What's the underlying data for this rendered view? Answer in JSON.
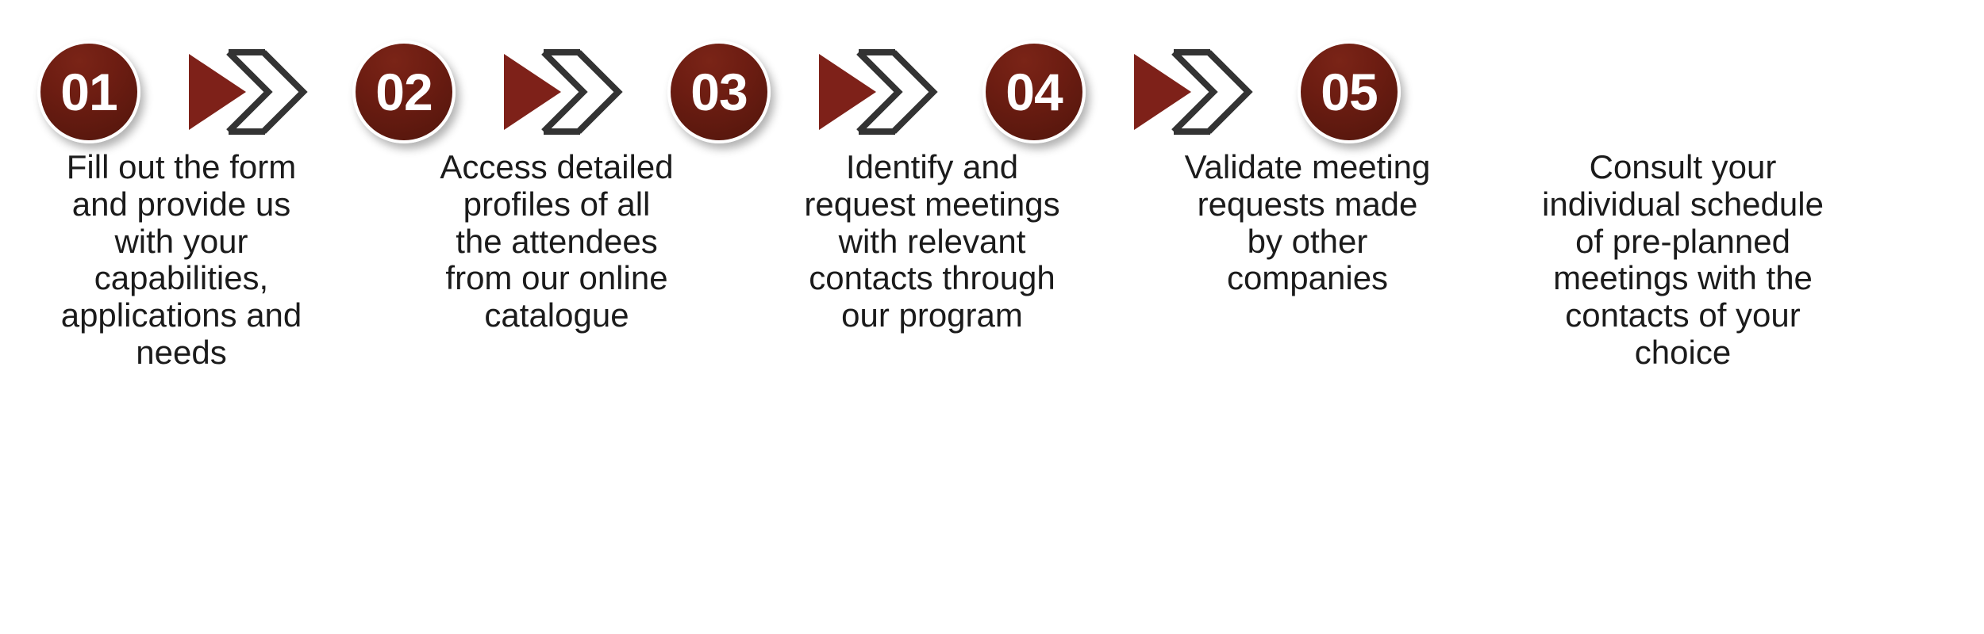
{
  "theme": {
    "background": "#ffffff",
    "badge_fill_top": "#7a2417",
    "badge_fill_bottom": "#4e140b",
    "badge_ring": "#ffffff",
    "arrow_solid_fill": "#7e2119",
    "arrow_outline_stroke": "#333333",
    "caption_text": "#1b1b1b"
  },
  "diagram": {
    "type": "process-flow",
    "orientation": "horizontal",
    "step_count": 5,
    "connector_count": 4,
    "connector_icon": "double-arrow-right-icon"
  },
  "steps": [
    {
      "number": "01",
      "caption": "Fill out the form\nand provide us\nwith your\ncapabilities,\napplications and\nneeds"
    },
    {
      "number": "02",
      "caption": "Access detailed\nprofiles of all\nthe attendees\nfrom our online\ncatalogue"
    },
    {
      "number": "03",
      "caption": "Identify and\nrequest meetings\nwith relevant\ncontacts through\nour program"
    },
    {
      "number": "04",
      "caption": "Validate meeting\nrequests made\nby other\ncompanies"
    },
    {
      "number": "05",
      "caption": "Consult your\nindividual schedule\nof pre-planned\nmeetings with the\ncontacts of your\nchoice"
    }
  ]
}
